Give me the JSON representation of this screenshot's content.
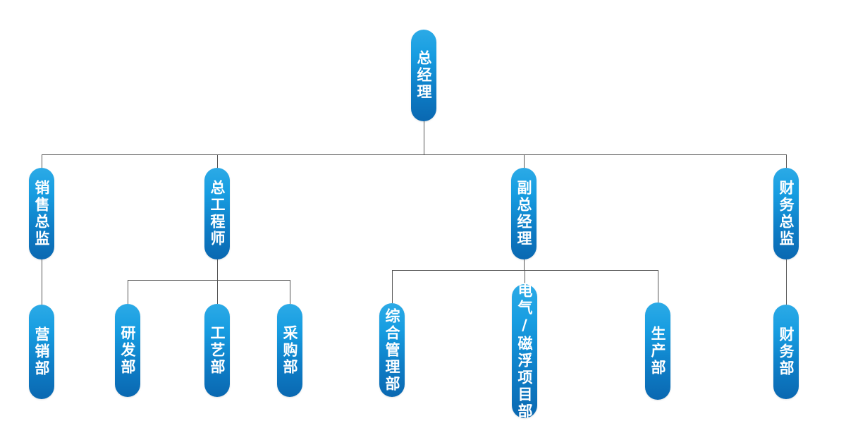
{
  "diagram": {
    "type": "org-chart",
    "background": "#ffffff",
    "colors": {
      "node_gradient_top": "#2caae6",
      "node_gradient_bottom": "#0a68b1",
      "node_text": "#ffffff",
      "connector_line": "#555555"
    },
    "nodes": {
      "general_manager": {
        "label": "总经理"
      },
      "sales_director": {
        "label": "销售总监"
      },
      "chief_engineer": {
        "label": "总工程师"
      },
      "deputy_general_manager": {
        "label": "副总经理"
      },
      "finance_director": {
        "label": "财务总监"
      },
      "marketing_dept": {
        "label": "营销部"
      },
      "rd_dept": {
        "label": "研发部"
      },
      "process_dept": {
        "label": "工艺部"
      },
      "procurement_dept": {
        "label": "采购部"
      },
      "general_management_dept": {
        "label": "综合管理部"
      },
      "electric_maglev_project_dept": {
        "label": "电气/磁浮项目部"
      },
      "production_dept": {
        "label": "生产部"
      },
      "finance_dept": {
        "label": "财务部"
      }
    },
    "hierarchy": {
      "root": "general_manager",
      "children": {
        "general_manager": [
          "sales_director",
          "chief_engineer",
          "deputy_general_manager",
          "finance_director"
        ],
        "sales_director": [
          "marketing_dept"
        ],
        "chief_engineer": [
          "rd_dept",
          "process_dept",
          "procurement_dept"
        ],
        "deputy_general_manager": [
          "general_management_dept",
          "electric_maglev_project_dept",
          "production_dept"
        ],
        "finance_director": [
          "finance_dept"
        ]
      }
    }
  }
}
